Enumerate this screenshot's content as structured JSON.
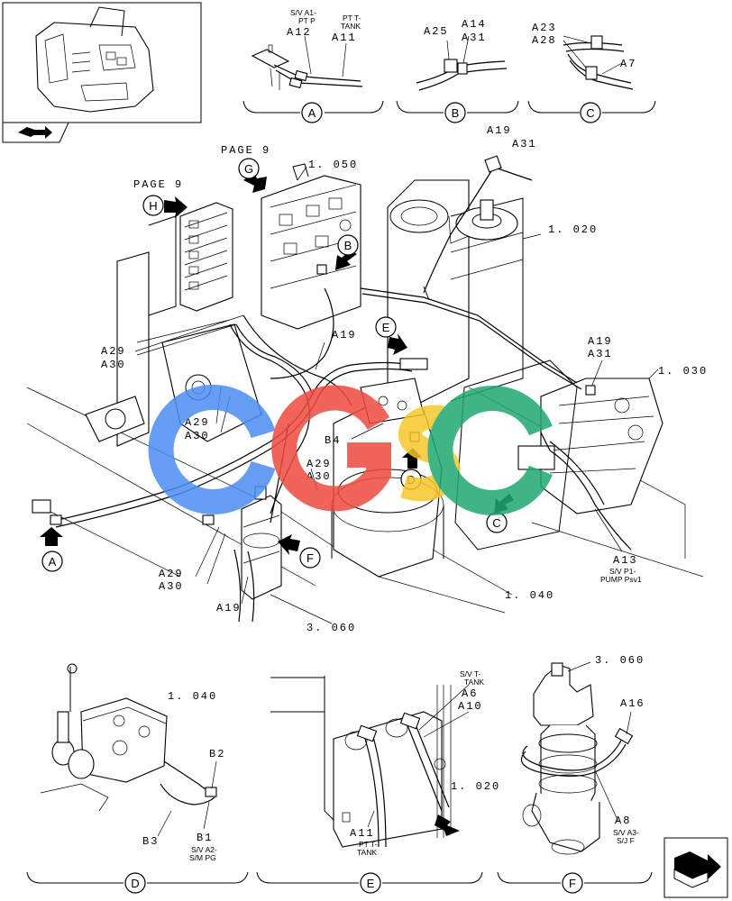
{
  "references": {
    "page9_g": "PAGE 9",
    "page9_h": "PAGE 9",
    "ref_1050": "1. 050",
    "ref_1020": "1. 020",
    "ref_1030": "1. 030",
    "ref_1040": "1. 040",
    "ref_3060": "3. 060",
    "ref_1040_d": "1. 040",
    "ref_1020_e": "1. 020",
    "ref_3060_f": "3. 060"
  },
  "callouts": {
    "A": "A",
    "B": "B",
    "C": "C",
    "D": "D",
    "E": "E",
    "F": "F",
    "G": "G",
    "H": "H"
  },
  "parts": {
    "a_sv_a1": "S/V A1-",
    "a_pt_p": "PT P",
    "a_a12": "A12",
    "a_pt_t": "PT T-",
    "a_tank": "TANK",
    "a_a11": "A11",
    "b_a25": "A25",
    "b_a14": "A14",
    "b_a31": "A31",
    "c_a23": "A23",
    "c_a28": "A28",
    "c_a7": "A7",
    "m_a19_top": "A19",
    "m_a31_top": "A31",
    "m_a29_1": "A29",
    "m_a30_1": "A30",
    "m_a19_mid": "A19",
    "m_a29_2": "A29",
    "m_a30_2": "A30",
    "m_a29_3": "A29",
    "m_a30_3": "A30",
    "m_b4": "B4",
    "m_a19_r": "A19",
    "m_a31_r": "A31",
    "m_a13": "A13",
    "m_sv_p1": "S/V P1-",
    "m_pump": "PUMP Psv1",
    "m_a29_4": "A29",
    "m_a30_4": "A30",
    "m_a19_bot": "A19",
    "d_b2": "B2",
    "d_b1": "B1",
    "d_b3": "B3",
    "d_sv_a2": "S/V A2-",
    "d_sm_pg": "S/M PG",
    "e_sv_t": "S/V T-",
    "e_tank": "TANK",
    "e_a6": "A6",
    "e_a10": "A10",
    "e_a11": "A11",
    "e_pt_t": "PT T-",
    "e_tank2": "TANK",
    "f_a16": "A16",
    "f_a8": "A8",
    "f_sv_a3": "S/V A3-",
    "f_sj_f": "S/J F"
  },
  "watermark": {
    "letters": [
      "C",
      "G",
      "S",
      "C"
    ],
    "colors": [
      "#4a8df0",
      "#ee4b3f",
      "#f7c72c",
      "#1fa870"
    ]
  },
  "nav": {
    "back_icon": "book-arrow-icon",
    "next_icon": "next-page-arrow-icon"
  }
}
